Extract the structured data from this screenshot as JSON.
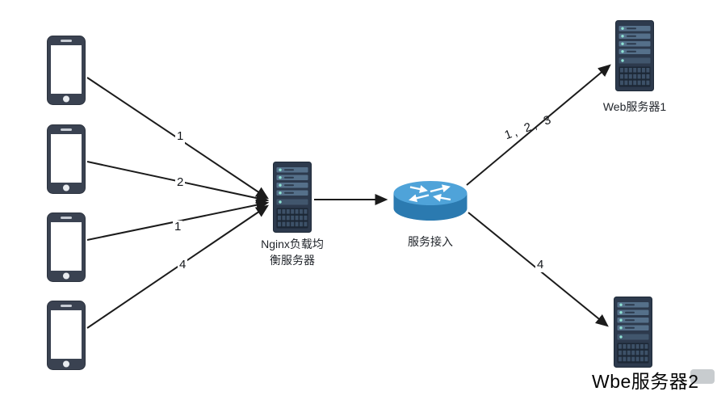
{
  "diagram": {
    "title": "nginx-load-balancing-topology",
    "nodes": {
      "clients": [
        {
          "id": "client-phone-1",
          "icon": "smartphone-icon"
        },
        {
          "id": "client-phone-2",
          "icon": "smartphone-icon"
        },
        {
          "id": "client-phone-3",
          "icon": "smartphone-icon"
        },
        {
          "id": "client-phone-4",
          "icon": "smartphone-icon"
        }
      ],
      "nginx": {
        "icon": "server-tower-icon",
        "label_line1": "Nginx负载均",
        "label_line2": "衡服务器"
      },
      "router": {
        "icon": "router-icon",
        "label": "服务接入"
      },
      "web1": {
        "icon": "server-tower-icon",
        "label": "Web服务器1"
      },
      "web2": {
        "icon": "server-tower-icon",
        "label": "Wbe服务器2"
      }
    },
    "edges": [
      {
        "from": "client-phone-1",
        "to": "nginx",
        "label": "1"
      },
      {
        "from": "client-phone-2",
        "to": "nginx",
        "label": "2"
      },
      {
        "from": "client-phone-3",
        "to": "nginx",
        "label": "1"
      },
      {
        "from": "client-phone-4",
        "to": "nginx",
        "label": "4"
      },
      {
        "from": "nginx",
        "to": "router",
        "label": ""
      },
      {
        "from": "router",
        "to": "web1",
        "label": "1, 2, 3"
      },
      {
        "from": "router",
        "to": "web2",
        "label": "4"
      }
    ],
    "colors": {
      "arrow": "#1b1b1b",
      "phone_frame": "#3a4251",
      "server_body": "#2d3a4d",
      "router_body": "#2b7ab0",
      "router_top": "#4fa3d9",
      "background": "#ffffff"
    }
  }
}
